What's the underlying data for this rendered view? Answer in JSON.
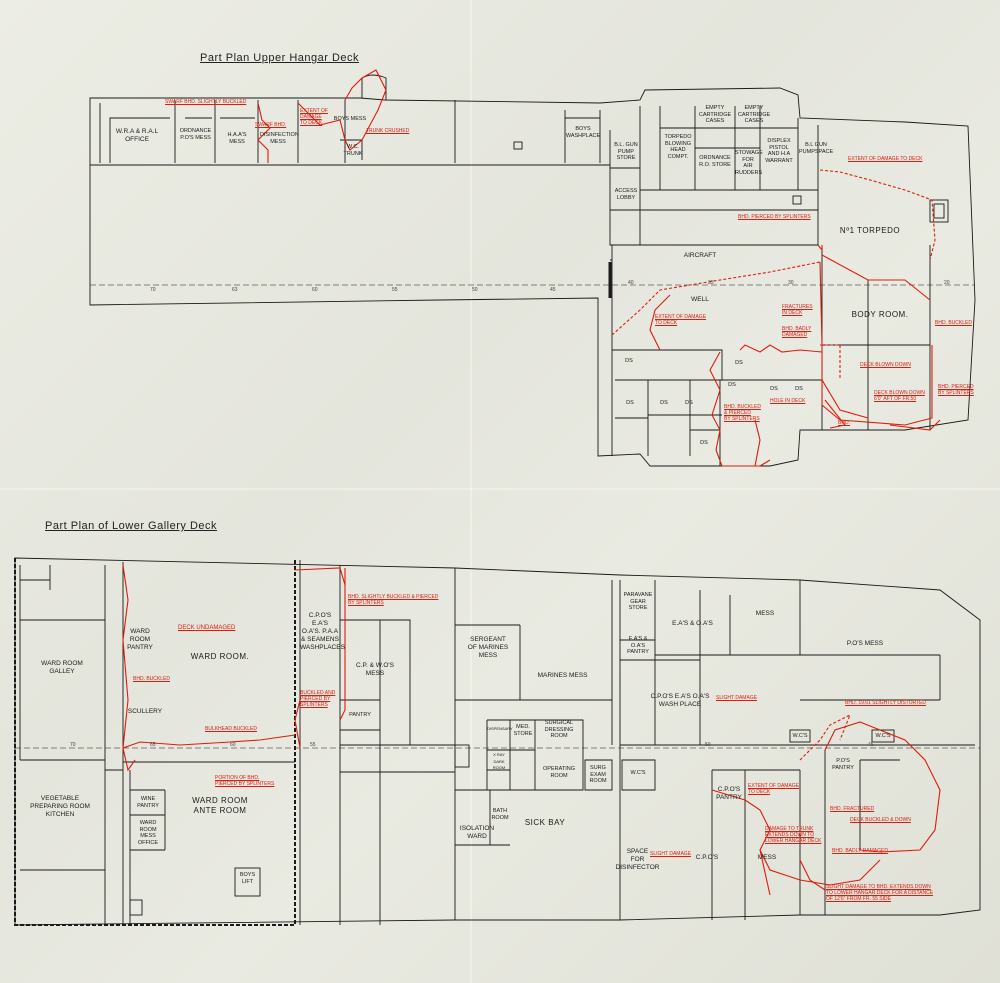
{
  "upper_plan": {
    "title": "Part Plan Upper Hangar Deck",
    "frame_numbers": [
      "70",
      "63",
      "60",
      "55",
      "50",
      "45",
      "40",
      "35",
      "30",
      "20"
    ],
    "compartments": {
      "wra_office": "W.R.A & R.A.L\nOFFICE",
      "ordnance_po_mess": "ORDNANCE\nP.O'S MESS",
      "ha_mess": "H.A.A'S\nMESS",
      "disinfection_mess": "DISINFECTION\nMESS",
      "boys_mess": "BOYS MESS",
      "wc_trunk": "W.C.\nTRUNK",
      "boys_washplace": "BOYS\nWASHPLACE",
      "bl_gun_pump": "B.L. GUN\nPUMP STORE",
      "torpedo_blowing": "TORPEDO\nBLOWING\nHEAD\nCOMPT.",
      "empty_cartridge_cases_1": "EMPTY\nCARTRIDGE\nCASES",
      "empty_cartridge_cases_2": "EMPTY\nCARTRIDGE\nCASES",
      "ordnance_store": "ORDNANCE\nR.O. STORE",
      "stowage_air_rudders": "STOWAGE\nFOR\nAIR RUDDERS",
      "dispense_pistol": "DISPLEX\nPISTOL\nAND H.A\nWARRANT",
      "bl_gun_pumpspace": "B.L GUN\nPUMPSPACE",
      "access_lobby": "ACCESS\nLOBBY",
      "aircraft": "AIRCRAFT",
      "well": "WELL",
      "torpedo": "Nº1 TORPEDO",
      "body_room": "BODY ROOM.",
      "ds": "DS"
    },
    "damage_notes": {
      "swarf_bhd": "SWARF BHD. SLIGHTLY BUCKLED",
      "swarf_bhd_2": "SWARF BHD.",
      "extent_damage_deck_a": "EXTENT OF\nDAMAGE\nTO DECK",
      "trunk_crushed": "TRUNK CRUSHED",
      "extent_damage_deck_b": "EXTENT OF DAMAGE TO DECK",
      "bhd_pierced": "BHD. PIERCED BY SPLINTERS",
      "extent_damage_deck_c": "EXTENT OF DAMAGE\nTO DECK",
      "fractures_in_deck": "FRACTURES\nIN DECK",
      "bhd_badly_damaged": "BHD. BADLY\nDAMAGED",
      "bhd_buckled": "BHD. BUCKLED",
      "deck_blown_down": "DECK BLOWN DOWN",
      "deck_blown_down_2": "DECK BLOWN DOWN\n6'0\" AFT OF FR.50",
      "bhd_pierced_2": "BHD. PIERCED\nBY SPLINTERS",
      "bhd": "BHD.",
      "hole_in_deck": "HOLE IN DECK",
      "bhd_buckled_pierced": "BHD. BUCKLED\n& PIERCED\nBY SPLINTERS"
    }
  },
  "lower_plan": {
    "title": "Part Plan of Lower Gallery Deck",
    "frame_numbers": [
      "70",
      "65",
      "60",
      "55",
      "50",
      "45"
    ],
    "compartments": {
      "ward_room_galley": "WARD ROOM\nGALLEY",
      "ward_room_pantry": "WARD\nROOM\nPANTRY",
      "ward_room": "WARD ROOM.",
      "scullery": "SCULLERY",
      "vegetable_room": "VEGETABLE\nPREPARING ROOM\nKITCHEN",
      "wine_pantry": "WINE\nPANTRY",
      "ward_room_mess_office": "WARD\nROOM\nMESS OFFICE",
      "ward_room_ante": "WARD ROOM\nANTE ROOM",
      "boys_lift": "BOYS\nLIFT",
      "cpos_washplaces": "C.P.O'S E.A'S\nO.A'S. P.A.A\n& SEAMENS\nWASHPLACES",
      "cpo_wo_mess": "C.P. & W.O'S\nMESS",
      "pantry": "PANTRY",
      "sergeant_marines": "SERGEANT\nOF MARINES\nMESS",
      "marines_mess": "MARINES MESS",
      "dispensary": "DISPENSARY",
      "med_store": "MED.\nSTORE",
      "surgical_dressing": "SURGICAL\nDRESSING\nROOM",
      "xray": "X RAY\nDARK ROOM",
      "operating_room": "OPERATING\nROOM",
      "surg_exam": "SURG\nEXAM\nROOM",
      "bath_room": "BATH\nROOM",
      "isolation_ward": "ISOLATION\nWARD",
      "sick_bay": "SICK BAY",
      "paravane_gear": "PARAVANE\nGEAR\nSTORE",
      "eas_pantry": "E.A'S & O.A'S\nPANTRY",
      "eas_oas": "E.A'S & O.A'S",
      "mess": "MESS",
      "pos_mess": "P.O'S MESS",
      "cpos_washplace": "C.P.O'S E.A'S O.A'S\nWASH PLACE",
      "wcs": "W.C'S",
      "cpos_pantry": "C.P.O'S\nPANTRY",
      "space_disinfector": "SPACE\nFOR\nDISINFECTOR",
      "cpos": "C.P.O'S",
      "mess_2": "MESS",
      "pos_pantry": "P.O'S\nPANTRY",
      "wcs_2": "W.C'S",
      "wcs_3": "W.C'S"
    },
    "damage_notes": {
      "bhd_slightly_buckled": "BHD. SLIGHTLY BUCKLED & PIERCED\nBY SPLINTERS",
      "deck_undamaged": "DECK UNDAMAGED",
      "bhd_buckled": "BHD. BUCKLED",
      "bulkhead_buckled": "BULKHEAD BUCKLED",
      "buckled_pierced": "BUCKLED AND\nPIERCED BY\nSPLINTERS",
      "portion_bhd": "PORTION OF BHD.\nPIERCED BY SPLINTERS",
      "slight_damage": "SLIGHT DAMAGE",
      "bhd_slightly_distorted": "BHD. 19.61 SLIGHTLY DISTORTED",
      "extent_damage": "EXTENT OF DAMAGE\nTO DECK",
      "bhd_fractured": "BHD. FRACTURED",
      "deck_buckled": "DECK BUCKLED & DOWN",
      "damage_trunk": "DAMAGE TO TRUNK\nEXTENDS DOWN TO\nLOWER HANGAR DECK",
      "bhd_badly_damaged": "BHD. BADLY DAMAGED",
      "slight_damage_2": "SLIGHT DAMAGE",
      "slight_damage_bhd": "SLIGHT DAMAGE TO BHD. EXTENDS DOWN\nTO LOWER HANGAR DECK FOR A DISTANCE\nOF 12'6\" FROM Fr. 55 SIDE"
    }
  },
  "colors": {
    "ink": "#1a1a1a",
    "damage": "#e21b0c",
    "paper": "#e7e8df"
  }
}
